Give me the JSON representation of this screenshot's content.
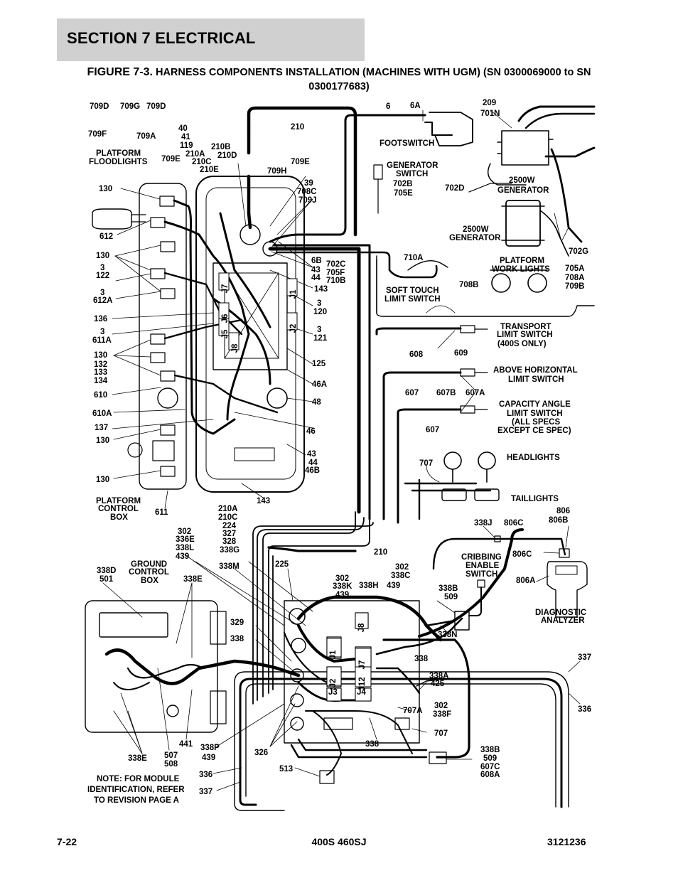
{
  "header": {
    "section": "SECTION 7   ELECTRICAL"
  },
  "figure": {
    "label": "FIGURE 7-3.",
    "title": "HARNESS COMPONENTS INSTALLATION (MACHINES WITH UGM) (SN 0300069000 to SN 0300177683)"
  },
  "labels": [
    {
      "id": "709D-a",
      "text": "709D"
    },
    {
      "id": "709G",
      "text": "709G"
    },
    {
      "id": "709D-b",
      "text": "709D"
    },
    {
      "id": "709F",
      "text": "709F"
    },
    {
      "id": "709A",
      "text": "709A"
    },
    {
      "id": "40",
      "text": "40"
    },
    {
      "id": "41",
      "text": "41"
    },
    {
      "id": "119",
      "text": "119"
    },
    {
      "id": "210A-t",
      "text": "210A"
    },
    {
      "id": "210C-t",
      "text": "210C"
    },
    {
      "id": "210E",
      "text": "210E"
    },
    {
      "id": "210B",
      "text": "210B"
    },
    {
      "id": "210D",
      "text": "210D"
    },
    {
      "id": "709E-a",
      "text": "709E"
    },
    {
      "id": "platform-floodlights-1",
      "text": "PLATFORM"
    },
    {
      "id": "platform-floodlights-2",
      "text": "FLOODLIGHTS"
    },
    {
      "id": "210-t",
      "text": "210"
    },
    {
      "id": "709E-b",
      "text": "709E"
    },
    {
      "id": "709H",
      "text": "709H"
    },
    {
      "id": "39",
      "text": "39"
    },
    {
      "id": "708C",
      "text": "708C"
    },
    {
      "id": "709J",
      "text": "709J"
    },
    {
      "id": "6",
      "text": "6"
    },
    {
      "id": "6A",
      "text": "6A"
    },
    {
      "id": "209",
      "text": "209"
    },
    {
      "id": "701N",
      "text": "701N"
    },
    {
      "id": "footswitch",
      "text": "FOOTSWITCH"
    },
    {
      "id": "gen-switch-1",
      "text": "GENERATOR"
    },
    {
      "id": "gen-switch-2",
      "text": "SWITCH"
    },
    {
      "id": "702B",
      "text": "702B"
    },
    {
      "id": "705E",
      "text": "705E"
    },
    {
      "id": "702D",
      "text": "702D"
    },
    {
      "id": "2500w-a-1",
      "text": "2500W"
    },
    {
      "id": "2500w-a-2",
      "text": "GENERATOR"
    },
    {
      "id": "2500w-b-1",
      "text": "2500W"
    },
    {
      "id": "2500w-b-2",
      "text": "GENERATOR"
    },
    {
      "id": "702G",
      "text": "702G"
    },
    {
      "id": "130-a",
      "text": "130"
    },
    {
      "id": "612",
      "text": "612"
    },
    {
      "id": "130-b",
      "text": "130"
    },
    {
      "id": "3-a",
      "text": "3"
    },
    {
      "id": "122",
      "text": "122"
    },
    {
      "id": "3-b",
      "text": "3"
    },
    {
      "id": "612A",
      "text": "612A"
    },
    {
      "id": "136",
      "text": "136"
    },
    {
      "id": "3-c",
      "text": "3"
    },
    {
      "id": "611A",
      "text": "611A"
    },
    {
      "id": "130-c",
      "text": "130"
    },
    {
      "id": "132",
      "text": "132"
    },
    {
      "id": "133",
      "text": "133"
    },
    {
      "id": "134",
      "text": "134"
    },
    {
      "id": "610",
      "text": "610"
    },
    {
      "id": "610A",
      "text": "610A"
    },
    {
      "id": "137",
      "text": "137"
    },
    {
      "id": "130-d",
      "text": "130"
    },
    {
      "id": "130-e",
      "text": "130"
    },
    {
      "id": "6B",
      "text": "6B"
    },
    {
      "id": "43-a",
      "text": "43"
    },
    {
      "id": "44-a",
      "text": "44"
    },
    {
      "id": "143-a",
      "text": "143"
    },
    {
      "id": "702C",
      "text": "702C"
    },
    {
      "id": "705F",
      "text": "705F"
    },
    {
      "id": "710B",
      "text": "710B"
    },
    {
      "id": "710A",
      "text": "710A"
    },
    {
      "id": "soft-touch-1",
      "text": "SOFT TOUCH"
    },
    {
      "id": "soft-touch-2",
      "text": "LIMIT SWITCH"
    },
    {
      "id": "708B",
      "text": "708B"
    },
    {
      "id": "plat-work-1",
      "text": "PLATFORM"
    },
    {
      "id": "plat-work-2",
      "text": "WORK LIGHTS"
    },
    {
      "id": "705A",
      "text": "705A"
    },
    {
      "id": "708A",
      "text": "708A"
    },
    {
      "id": "709B",
      "text": "709B"
    },
    {
      "id": "3-d",
      "text": "3"
    },
    {
      "id": "120",
      "text": "120"
    },
    {
      "id": "3-e",
      "text": "3"
    },
    {
      "id": "121",
      "text": "121"
    },
    {
      "id": "125",
      "text": "125"
    },
    {
      "id": "46A",
      "text": "46A"
    },
    {
      "id": "48",
      "text": "48"
    },
    {
      "id": "46",
      "text": "46"
    },
    {
      "id": "43-b",
      "text": "43"
    },
    {
      "id": "44-b",
      "text": "44"
    },
    {
      "id": "46B",
      "text": "46B"
    },
    {
      "id": "143-b",
      "text": "143"
    },
    {
      "id": "transport-1",
      "text": "TRANSPORT"
    },
    {
      "id": "transport-2",
      "text": "LIMIT SWITCH"
    },
    {
      "id": "transport-3",
      "text": "(400S ONLY)"
    },
    {
      "id": "608",
      "text": "608"
    },
    {
      "id": "609",
      "text": "609"
    },
    {
      "id": "above-h-1",
      "text": "ABOVE HORIZONTAL"
    },
    {
      "id": "above-h-2",
      "text": "LIMIT SWITCH"
    },
    {
      "id": "607-a",
      "text": "607"
    },
    {
      "id": "607B",
      "text": "607B"
    },
    {
      "id": "607A",
      "text": "607A"
    },
    {
      "id": "cap-1",
      "text": "CAPACITY ANGLE"
    },
    {
      "id": "cap-2",
      "text": "LIMIT SWITCH"
    },
    {
      "id": "cap-3",
      "text": "(ALL SPECS"
    },
    {
      "id": "cap-4",
      "text": "EXCEPT CE SPEC)"
    },
    {
      "id": "607-b",
      "text": "607"
    },
    {
      "id": "headlights",
      "text": "HEADLIGHTS"
    },
    {
      "id": "707-a",
      "text": "707"
    },
    {
      "id": "taillights",
      "text": "TAILLIGHTS"
    },
    {
      "id": "pcb-1",
      "text": "PLATFORM"
    },
    {
      "id": "pcb-2",
      "text": "CONTROL"
    },
    {
      "id": "pcb-3",
      "text": "BOX"
    },
    {
      "id": "611",
      "text": "611"
    },
    {
      "id": "143-c",
      "text": "143"
    },
    {
      "id": "210A-m",
      "text": "210A"
    },
    {
      "id": "210C-m",
      "text": "210C"
    },
    {
      "id": "224",
      "text": "224"
    },
    {
      "id": "327",
      "text": "327"
    },
    {
      "id": "328",
      "text": "328"
    },
    {
      "id": "338G",
      "text": "338G"
    },
    {
      "id": "302-a",
      "text": "302"
    },
    {
      "id": "336E",
      "text": "336E"
    },
    {
      "id": "338L",
      "text": "338L"
    },
    {
      "id": "439-a",
      "text": "439"
    },
    {
      "id": "338M",
      "text": "338M"
    },
    {
      "id": "210-m",
      "text": "210"
    },
    {
      "id": "806",
      "text": "806"
    },
    {
      "id": "806B",
      "text": "806B"
    },
    {
      "id": "338J",
      "text": "338J"
    },
    {
      "id": "806C-a",
      "text": "806C"
    },
    {
      "id": "806C-b",
      "text": "806C"
    },
    {
      "id": "crib-1",
      "text": "CRIBBING"
    },
    {
      "id": "crib-2",
      "text": "ENABLE"
    },
    {
      "id": "crib-3",
      "text": "SWITCH"
    },
    {
      "id": "338D",
      "text": "338D"
    },
    {
      "id": "501",
      "text": "501"
    },
    {
      "id": "gcb-1",
      "text": "GROUND"
    },
    {
      "id": "gcb-2",
      "text": "CONTROL"
    },
    {
      "id": "gcb-3",
      "text": "BOX"
    },
    {
      "id": "338E-a",
      "text": "338E"
    },
    {
      "id": "225",
      "text": "225"
    },
    {
      "id": "302-b",
      "text": "302"
    },
    {
      "id": "338K",
      "text": "338K"
    },
    {
      "id": "439-b",
      "text": "439"
    },
    {
      "id": "338H",
      "text": "338H"
    },
    {
      "id": "302-c",
      "text": "302"
    },
    {
      "id": "338C",
      "text": "338C"
    },
    {
      "id": "439-c",
      "text": "439"
    },
    {
      "id": "338B-a",
      "text": "338B"
    },
    {
      "id": "509-a",
      "text": "509"
    },
    {
      "id": "806A",
      "text": "806A"
    },
    {
      "id": "diag-1",
      "text": "DIAGNOSTIC"
    },
    {
      "id": "diag-2",
      "text": "ANALYZER"
    },
    {
      "id": "338N",
      "text": "338N"
    },
    {
      "id": "329",
      "text": "329"
    },
    {
      "id": "338-a",
      "text": "338"
    },
    {
      "id": "338-b",
      "text": "338"
    },
    {
      "id": "338A",
      "text": "338A"
    },
    {
      "id": "425",
      "text": "425"
    },
    {
      "id": "337-r",
      "text": "337"
    },
    {
      "id": "336-r",
      "text": "336"
    },
    {
      "id": "302-d",
      "text": "302"
    },
    {
      "id": "338F",
      "text": "338F"
    },
    {
      "id": "707A",
      "text": "707A"
    },
    {
      "id": "707-b",
      "text": "707"
    },
    {
      "id": "441",
      "text": "441"
    },
    {
      "id": "338P",
      "text": "338P"
    },
    {
      "id": "439-d",
      "text": "439"
    },
    {
      "id": "326",
      "text": "326"
    },
    {
      "id": "338-c",
      "text": "338"
    },
    {
      "id": "338E-b",
      "text": "338E"
    },
    {
      "id": "507",
      "text": "507"
    },
    {
      "id": "508",
      "text": "508"
    },
    {
      "id": "513",
      "text": "513"
    },
    {
      "id": "336-b",
      "text": "336"
    },
    {
      "id": "337-b",
      "text": "337"
    },
    {
      "id": "338B-b",
      "text": "338B"
    },
    {
      "id": "509-b",
      "text": "509"
    },
    {
      "id": "607C",
      "text": "607C"
    },
    {
      "id": "608A",
      "text": "608A"
    },
    {
      "id": "note-1",
      "text": "NOTE: FOR MODULE"
    },
    {
      "id": "note-2",
      "text": "IDENTIFICATION, REFER"
    },
    {
      "id": "note-3",
      "text": "TO REVISION PAGE A"
    },
    {
      "id": "J7-a",
      "text": "J7"
    },
    {
      "id": "J1-a",
      "text": "J1"
    },
    {
      "id": "J6",
      "text": "J6"
    },
    {
      "id": "J2-a",
      "text": "J2"
    },
    {
      "id": "J5",
      "text": "J5"
    },
    {
      "id": "J8-a",
      "text": "J8"
    },
    {
      "id": "J8-b",
      "text": "J8"
    },
    {
      "id": "J1-b",
      "text": "J1"
    },
    {
      "id": "J7-b",
      "text": "J7"
    },
    {
      "id": "J2-b",
      "text": "J2"
    },
    {
      "id": "J12",
      "text": "J12"
    },
    {
      "id": "J3",
      "text": "J3"
    },
    {
      "id": "J4",
      "text": "J4"
    }
  ],
  "footer": {
    "page": "7-22",
    "model": "400S 460SJ",
    "doc_number": "3121236"
  }
}
